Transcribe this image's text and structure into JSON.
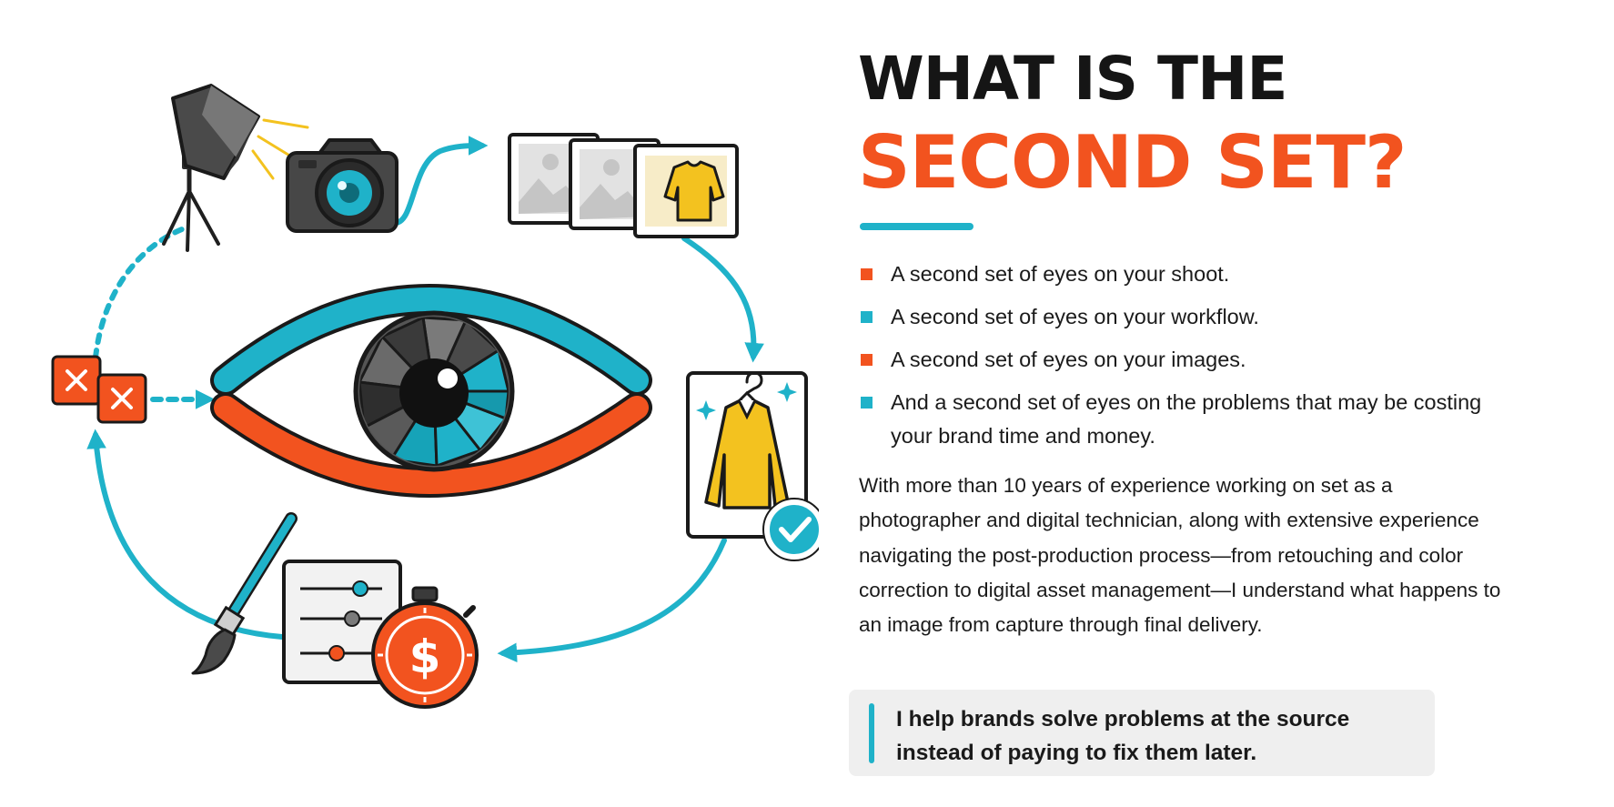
{
  "title": {
    "line1": "WHAT IS THE",
    "line2": "SECOND SET?"
  },
  "bullets": [
    {
      "text": "A second set of eyes on your shoot.",
      "color": "#f2531f"
    },
    {
      "text": "A second set of eyes on your workflow.",
      "color": "#1fb2c9"
    },
    {
      "text": "A second set of eyes on your images.",
      "color": "#f2531f"
    },
    {
      "text": "And a second set of eyes on the problems that may be costing your brand time and money.",
      "color": "#1fb2c9"
    }
  ],
  "body": "With more than 10 years of experience working on set as a photographer and digital technician, along with extensive experience navigating the post-production process—from retouching and color correction to digital asset management—I understand what happens to an image from capture through final delivery.",
  "callout": "I help brands solve problems at the source instead of paying to fix them later.",
  "colors": {
    "accent_orange": "#f2531f",
    "accent_teal": "#1fb2c9",
    "product_yellow": "#f3c21f",
    "ink": "#151515"
  },
  "icons": [
    "softbox-light-icon",
    "camera-icon",
    "image-gallery-icon",
    "eye-aperture-icon",
    "garment-approved-icon",
    "checkmark-badge-icon",
    "adjustment-sliders-icon",
    "stopwatch-dollar-icon",
    "paintbrush-icon",
    "error-tiles-icon"
  ]
}
